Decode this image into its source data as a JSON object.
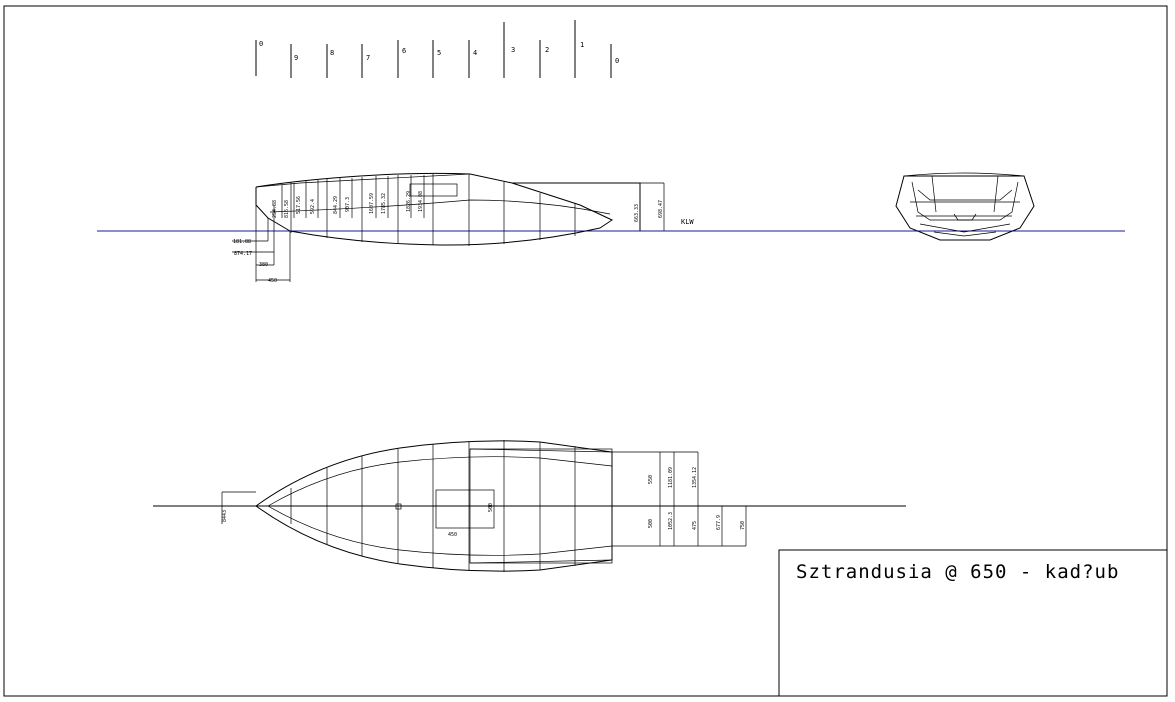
{
  "title_block": {
    "title": "Sztrandusia @ 650 - kad?ub"
  },
  "stations": [
    "0",
    "9",
    "8",
    "7",
    "6",
    "5",
    "4",
    "3",
    "2",
    "1",
    "0"
  ],
  "profile": {
    "waterline_label": "KLW",
    "height_dims": [
      "254.88",
      "816.58",
      "517.56",
      "592.4",
      "844.29",
      "907.3",
      "1607.59",
      "1785.32",
      "1826.29",
      "1934.08"
    ],
    "stern_dims": [
      "663.33",
      "698.47"
    ],
    "bow_dims": [
      "181.88",
      "874.17",
      "380",
      "450"
    ]
  },
  "plan": {
    "half_breadths_left": [
      "550",
      "1181.09",
      "1354.12"
    ],
    "half_breadths_right": [
      "500",
      "1052.3",
      "475",
      "677.9",
      "750"
    ],
    "bow_dim": "8443",
    "cockpit_dims": [
      "500",
      "450"
    ]
  }
}
